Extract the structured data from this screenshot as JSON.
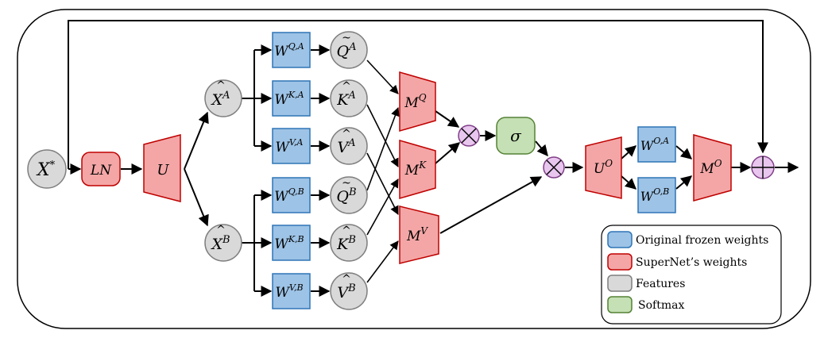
{
  "colors": {
    "frozen_fill": "#9DC3E6",
    "frozen_stroke": "#2E75B6",
    "supernet_fill": "#F4A6A6",
    "supernet_stroke": "#C00000",
    "feature_fill": "#D9D9D9",
    "feature_stroke": "#7F7F7F",
    "softmax_fill": "#C5E0B4",
    "softmax_stroke": "#548235",
    "op_fill": "#E8C6EE",
    "op_stroke": "#7F3F86"
  },
  "nodes": {
    "input": {
      "base": "X",
      "sup": "*"
    },
    "ln": {
      "base": "LN"
    },
    "u": {
      "base": "U"
    },
    "xa": {
      "base": "X",
      "sup": "A",
      "accent": "^"
    },
    "xb": {
      "base": "X",
      "sup": "B",
      "accent": "^"
    },
    "wqa": {
      "base": "W",
      "sup": "Q,A"
    },
    "wka": {
      "base": "W",
      "sup": "K,A"
    },
    "wva": {
      "base": "W",
      "sup": "V,A"
    },
    "wqb": {
      "base": "W",
      "sup": "Q,B"
    },
    "wkb": {
      "base": "W",
      "sup": "K,B"
    },
    "wvb": {
      "base": "W",
      "sup": "V,B"
    },
    "qa": {
      "base": "Q",
      "sup": "A",
      "accent": "~"
    },
    "ka": {
      "base": "K",
      "sup": "A",
      "accent": "^"
    },
    "va": {
      "base": "V",
      "sup": "A",
      "accent": "^"
    },
    "qb": {
      "base": "Q",
      "sup": "B",
      "accent": "~"
    },
    "kb": {
      "base": "K",
      "sup": "B",
      "accent": "^"
    },
    "vb": {
      "base": "V",
      "sup": "B",
      "accent": "^"
    },
    "mq": {
      "base": "M",
      "sup": "Q"
    },
    "mk": {
      "base": "M",
      "sup": "K"
    },
    "mv": {
      "base": "M",
      "sup": "V"
    },
    "sigma": {
      "base": "σ"
    },
    "uo": {
      "base": "U",
      "sup": "O"
    },
    "woa": {
      "base": "W",
      "sup": "O,A"
    },
    "wob": {
      "base": "W",
      "sup": "O,B"
    },
    "mo": {
      "base": "M",
      "sup": "O"
    },
    "mul1": {
      "symbol": "⊗"
    },
    "mul2": {
      "symbol": "⊗"
    },
    "add": {
      "symbol": "⊕"
    }
  },
  "legend": {
    "frozen": "Original frozen weights",
    "supernet": "SuperNet’s weights",
    "features": "Features",
    "softmax": "Softmax"
  }
}
